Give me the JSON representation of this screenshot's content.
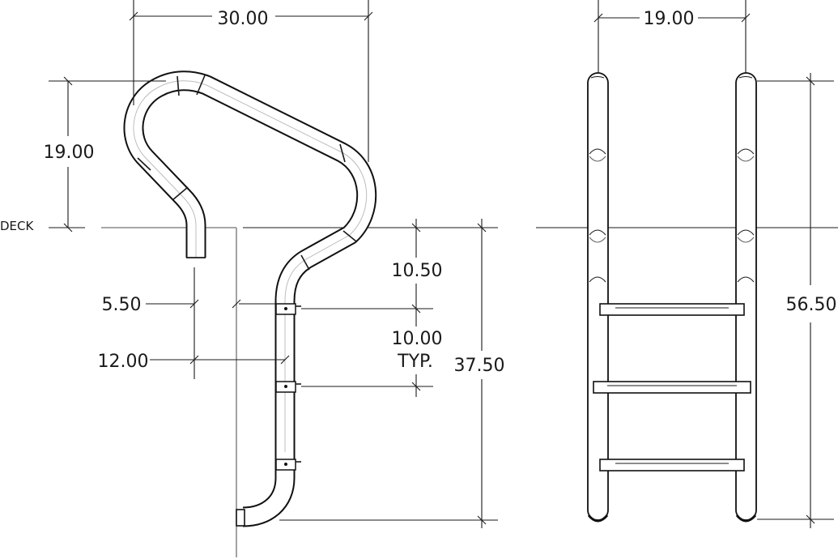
{
  "labels": {
    "deck": "DECK",
    "side_width": "30.00",
    "handrail_height": "19.00",
    "first_step_depth": "10.50",
    "offset_inner": "5.50",
    "step_spacing": "10.00",
    "step_spacing_note": "TYP.",
    "offset_outer": "12.00",
    "below_deck_depth": "37.50",
    "front_width": "19.00",
    "overall_height": "56.50"
  }
}
